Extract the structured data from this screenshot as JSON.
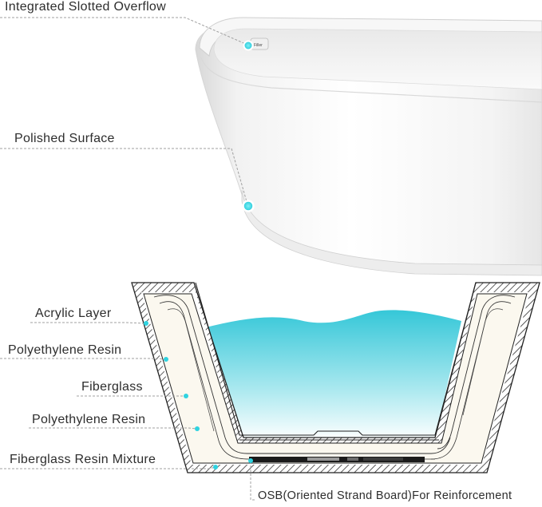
{
  "callouts": {
    "overflow": "Integrated Slotted Overflow",
    "surface": "Polished  Surface",
    "acrylic": "Acrylic Layer",
    "resin_outer": "Polyethylene Resin",
    "fiberglass": "Fiberglass",
    "resin_inner": "Polyethylene Resin",
    "mixture": "Fiberglass Resin Mixture",
    "osb": "OSB(Oriented Strand Board)For Reinforcement"
  },
  "overflow_badge": "Filler",
  "colors": {
    "dot": "#2fd3e0",
    "water_top": "#35c7d8",
    "leader": "#9a9a9a",
    "hatch": "#3a3a3a"
  }
}
